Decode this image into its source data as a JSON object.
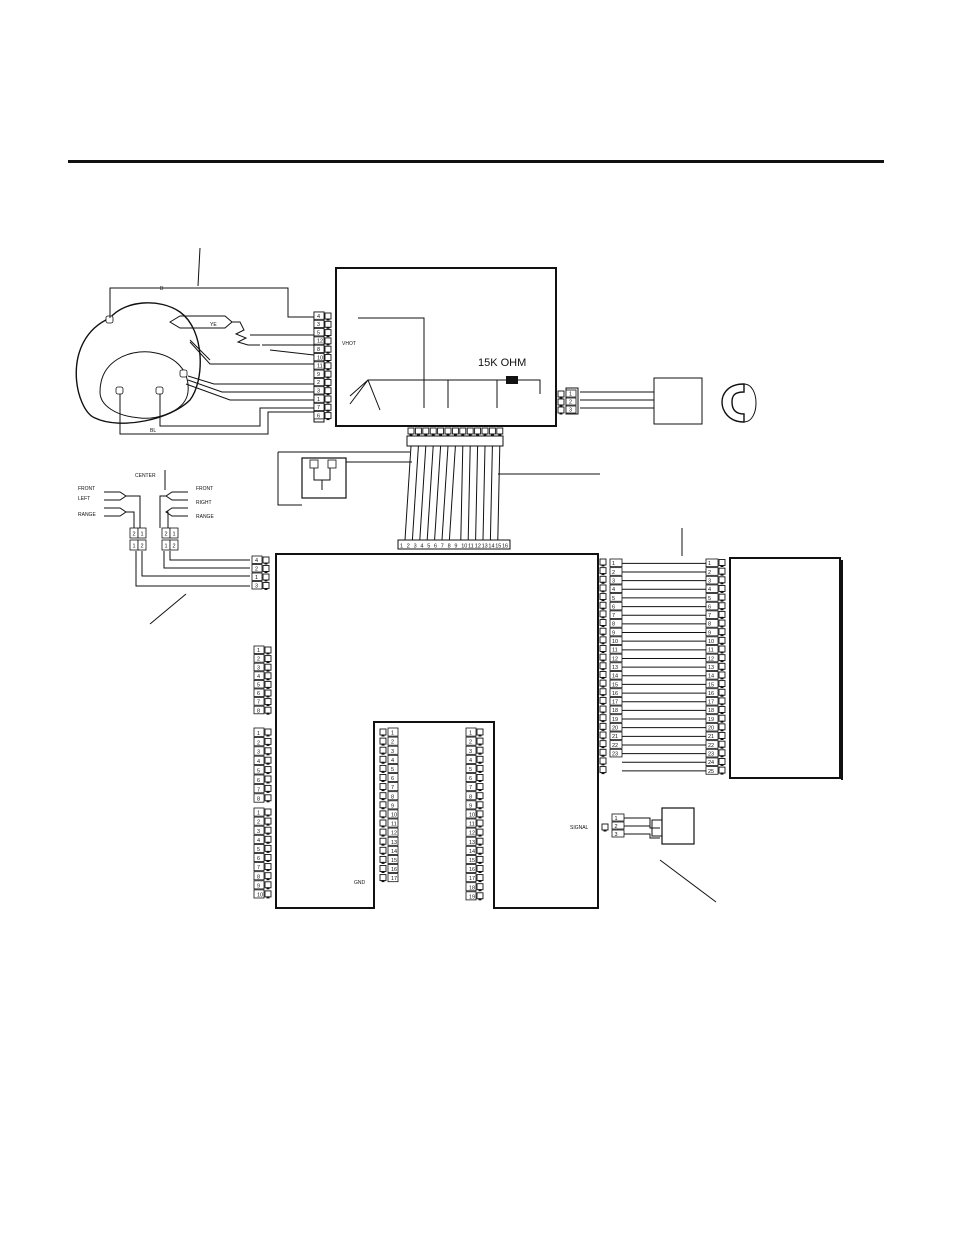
{
  "diagram": {
    "resistor_label": "15K OHM",
    "signal_label": "SIGNAL",
    "gnd_label": "GND",
    "top_connector_pins": [
      "4",
      "3",
      "5",
      "12",
      "8",
      "10",
      "11",
      "9",
      "2",
      "3",
      "1",
      "7",
      "6"
    ],
    "side_connector_pins": [
      "1",
      "2",
      "3"
    ],
    "bottom_connector_pins": [
      "4",
      "2",
      "1",
      "3"
    ],
    "cable_row_pins": [
      "1",
      "2",
      "3",
      "4",
      "5",
      "6",
      "7",
      "8",
      "9",
      "10",
      "11",
      "12",
      "13",
      "14",
      "15",
      "16",
      "17",
      "18",
      "19",
      "20",
      "21",
      "22",
      "23"
    ],
    "right_connector_pins": [
      "1",
      "2",
      "3",
      "4",
      "5",
      "6",
      "7",
      "8",
      "9",
      "10",
      "11",
      "12",
      "13",
      "14",
      "15",
      "16",
      "17",
      "18",
      "19",
      "20",
      "21",
      "22",
      "23",
      "24",
      "25"
    ],
    "left_group_a_pins": [
      "1",
      "2",
      "3",
      "4",
      "5",
      "6",
      "7",
      "8"
    ],
    "left_group_b_pins": [
      "1",
      "2",
      "3",
      "4",
      "5",
      "6",
      "7",
      "8"
    ],
    "left_group_c_pins": [
      "1",
      "2",
      "3",
      "4",
      "5",
      "6",
      "7",
      "8",
      "9",
      "10"
    ],
    "inner_left_pins": [
      "1",
      "2",
      "3",
      "4",
      "5",
      "6",
      "7",
      "8",
      "9",
      "10",
      "11",
      "12",
      "13",
      "14",
      "15",
      "16",
      "17"
    ],
    "inner_right_pins": [
      "1",
      "2",
      "3",
      "4",
      "5",
      "6",
      "7",
      "8",
      "9",
      "10",
      "11",
      "12",
      "13",
      "14",
      "15",
      "16",
      "17",
      "18",
      "19"
    ],
    "signal_connector_pins": [
      "1",
      "2",
      "3"
    ],
    "speaker_pins": [
      "2",
      "1",
      "1",
      "2"
    ]
  }
}
